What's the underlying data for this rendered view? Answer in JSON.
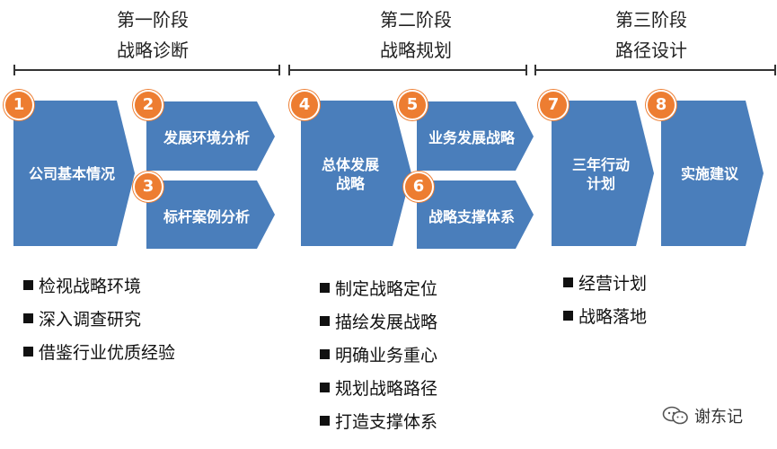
{
  "phases": [
    {
      "title": "第一阶段",
      "subtitle": "战略诊断"
    },
    {
      "title": "第二阶段",
      "subtitle": "战略规划"
    },
    {
      "title": "第三阶段",
      "subtitle": "路径设计"
    }
  ],
  "steps": [
    {
      "number": "1",
      "label": "公司基本情况"
    },
    {
      "number": "2",
      "label": "发展环境分析"
    },
    {
      "number": "3",
      "label": "标杆案例分析"
    },
    {
      "number": "4",
      "label": "总体发展战略"
    },
    {
      "number": "5",
      "label": "业务发展战略"
    },
    {
      "number": "6",
      "label": "战略支撑体系"
    },
    {
      "number": "7",
      "label": "三年行动计划"
    },
    {
      "number": "8",
      "label": "实施建议"
    }
  ],
  "bullets": {
    "phase1": [
      "检视战略环境",
      "深入调查研究",
      "借鉴行业优质经验"
    ],
    "phase2": [
      "制定战略定位",
      "描绘发展战略",
      "明确业务重心",
      "规划战略路径",
      "打造支撑体系"
    ],
    "phase3": [
      "经营计划",
      "战略落地"
    ]
  },
  "watermark": {
    "text": "谢东记",
    "icon": "wechat-icon"
  },
  "colors": {
    "arrow": "#4a7ebb",
    "badge": "#ed7d31"
  }
}
